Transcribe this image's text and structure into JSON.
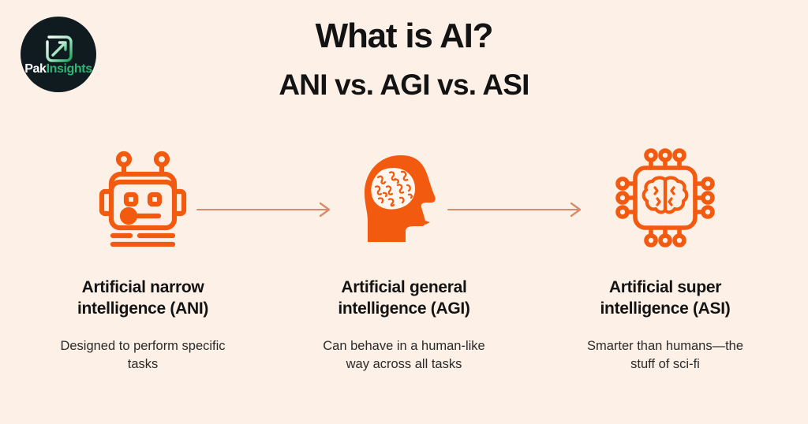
{
  "logo": {
    "name": "PakInsights",
    "text_primary": "Pak",
    "text_accent": "Insights",
    "circle_color": "#101B20",
    "accent_color": "#2BB673",
    "mark_icon": "rounded-square-arrow-icon"
  },
  "header": {
    "title": "What is AI?",
    "subtitle": "ANI vs. AGI vs. ASI",
    "title_color": "#131313"
  },
  "theme": {
    "background": "#FDF0E7",
    "icon_orange": "#F25A10",
    "arrow_color": "#D98B6B",
    "text_color": "#131313"
  },
  "columns": [
    {
      "id": "ani",
      "icon": "robot-head-icon",
      "heading": "Artificial narrow intelligence (ANI)",
      "description": "Designed to perform specific tasks"
    },
    {
      "id": "agi",
      "icon": "human-head-brain-icon",
      "heading": "Artificial general intelligence (AGI)",
      "description": "Can behave in a human-like way across all tasks"
    },
    {
      "id": "asi",
      "icon": "chip-brain-icon",
      "heading": "Artificial super intelligence (ASI)",
      "description": "Smarter than humans—the stuff of sci-fi"
    }
  ],
  "arrows": [
    {
      "id": "arrow-ani-to-agi",
      "direction": "right"
    },
    {
      "id": "arrow-agi-to-asi",
      "direction": "right"
    }
  ]
}
